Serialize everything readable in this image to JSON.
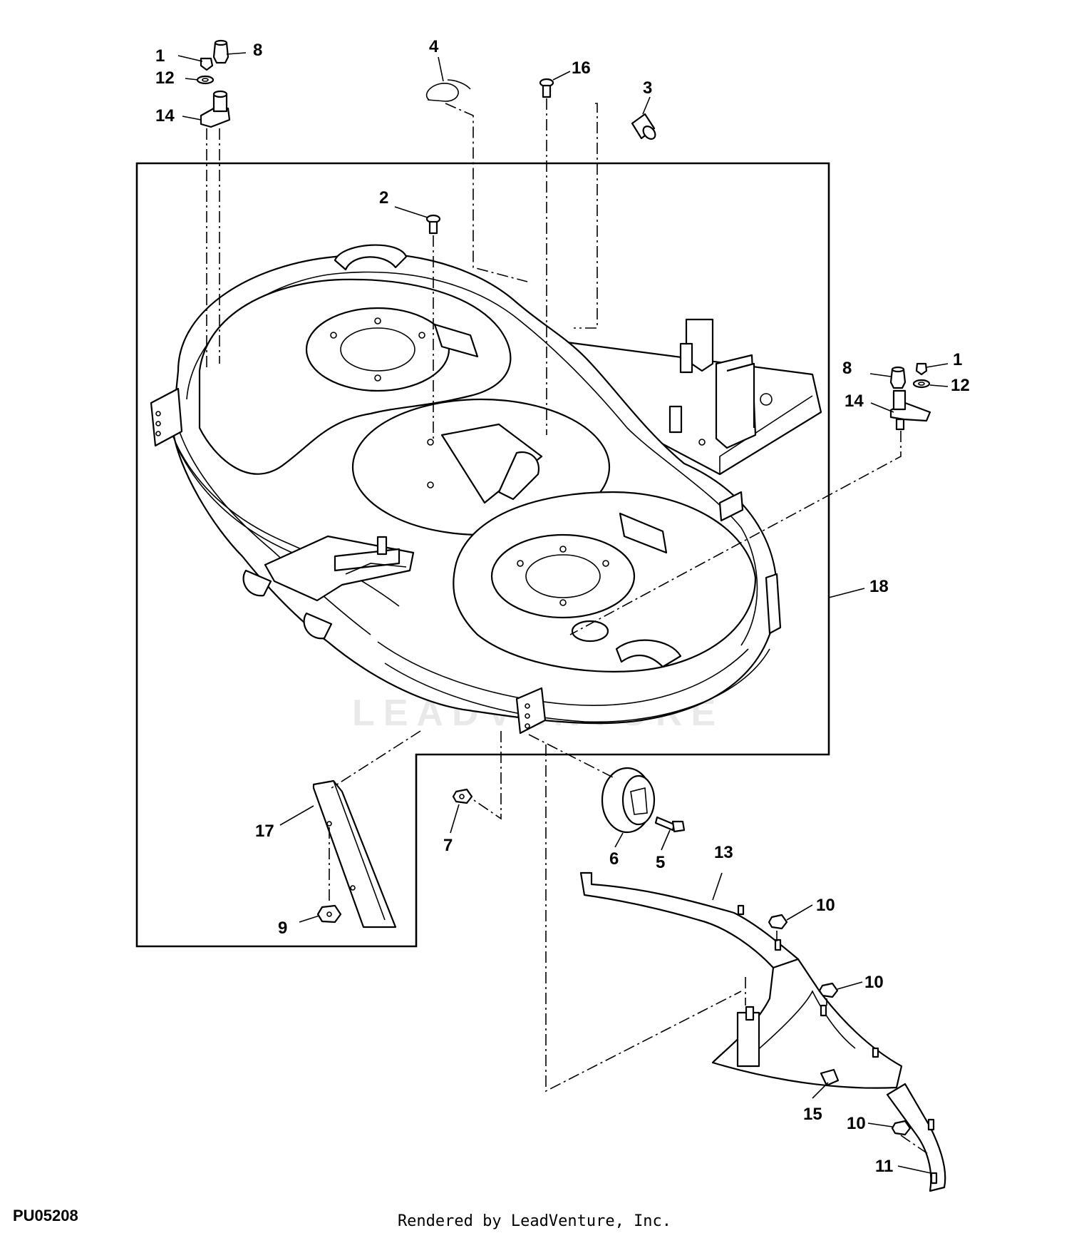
{
  "watermark": "LEADVENTURE",
  "diagram_code": "PU05208",
  "credit": "Rendered by LeadVenture, Inc.",
  "callouts": {
    "c1a": "1",
    "c8a": "8",
    "c12a": "12",
    "c14a": "14",
    "c4": "4",
    "c16": "16",
    "c3": "3",
    "c2": "2",
    "c8b": "8",
    "c1b": "1",
    "c12b": "12",
    "c14b": "14",
    "c18": "18",
    "c17": "17",
    "c7": "7",
    "c6": "6",
    "c5": "5",
    "c13": "13",
    "c9": "9",
    "c10a": "10",
    "c10b": "10",
    "c15": "15",
    "c10c": "10",
    "c11": "11"
  }
}
